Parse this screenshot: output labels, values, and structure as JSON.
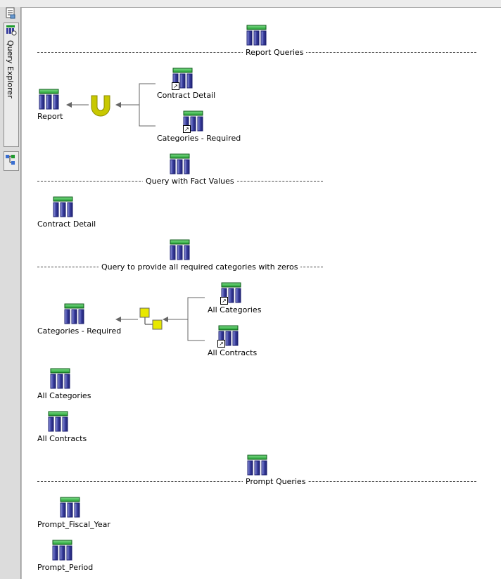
{
  "sidebar": {
    "tab_label": "Query Explorer"
  },
  "sections": {
    "report_queries": "Report Queries",
    "query_fact_values": "Query with Fact Values",
    "query_required_categories": "Query to provide all required categories with zeros",
    "prompt_queries": "Prompt Queries"
  },
  "queries": {
    "report": "Report",
    "contract_detail_ref": "Contract Detail",
    "categories_required_ref": "Categories - Required",
    "contract_detail": "Contract Detail",
    "categories_required": "Categories - Required",
    "all_categories_ref": "All Categories",
    "all_contracts_ref": "All Contracts",
    "all_categories": "All Categories",
    "all_contracts": "All Contracts",
    "prompt_fiscal_year": "Prompt_Fiscal_Year",
    "prompt_period": "Prompt_Period"
  },
  "icons": {
    "query": "query-table-icon",
    "union": "union-icon",
    "join": "join-icon",
    "shortcut": "shortcut-arrow-icon"
  },
  "colors": {
    "query_header": "#1f9a2f",
    "query_columns": "#3a3f9e",
    "union": "#c8c800",
    "join": "#e8e800",
    "connector": "#666666"
  }
}
